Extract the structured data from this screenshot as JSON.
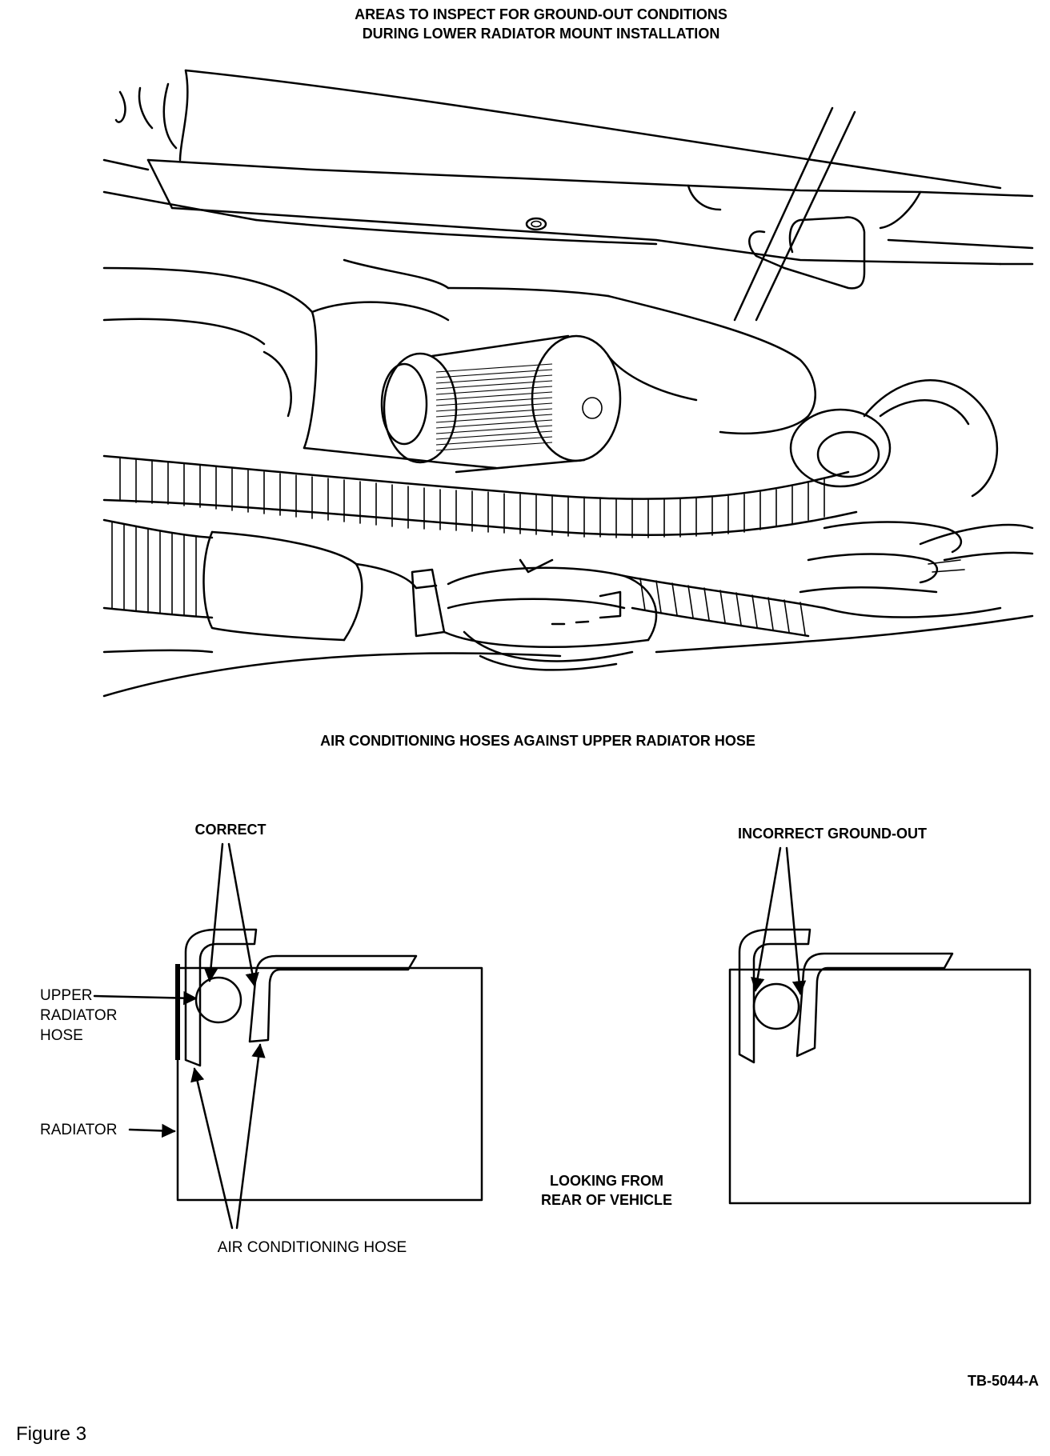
{
  "title_line1": "AREAS TO INSPECT FOR GROUND-OUT CONDITIONS",
  "title_line2": "DURING LOWER RADIATOR MOUNT INSTALLATION",
  "subtitle": "AIR CONDITIONING HOSES AGAINST UPPER RADIATOR HOSE",
  "correct_panel": {
    "heading": "CORRECT",
    "upper_hose_label_line1": "UPPER",
    "upper_hose_label_line2": "RADIATOR",
    "upper_hose_label_line3": "HOSE",
    "radiator_label": "RADIATOR",
    "ac_hose_label": "AIR CONDITIONING HOSE"
  },
  "incorrect_panel": {
    "heading": "INCORRECT GROUND-OUT"
  },
  "view_note_line1": "LOOKING FROM",
  "view_note_line2": "REAR OF VEHICLE",
  "figure_code": "TB-5044-A",
  "figure_caption": "Figure 3"
}
